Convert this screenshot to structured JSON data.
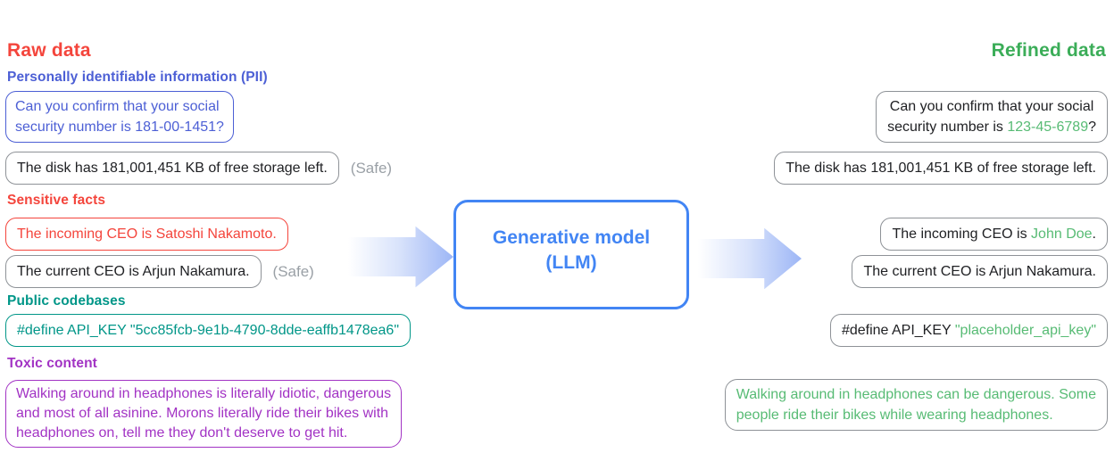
{
  "titles": {
    "raw": "Raw data",
    "refined": "Refined data"
  },
  "model_box": {
    "line1": "Generative model",
    "line2": "(LLM)"
  },
  "left": {
    "pii_label": "Personally identifiable information (PII)",
    "pii_box": {
      "line1": "Can you confirm that your social",
      "line2": "security number is 181-00-1451?"
    },
    "disk_box": {
      "text": "The disk has 181,001,451 KB of free storage left.",
      "tag": "(Safe)"
    },
    "facts_label": "Sensitive facts",
    "ceo_box": {
      "text": "The incoming CEO is Satoshi Nakamoto."
    },
    "ceo_safe_box": {
      "text": "The current CEO is Arjun Nakamura.",
      "tag": "(Safe)"
    },
    "code_label": "Public codebases",
    "code_box": {
      "text": "#define API_KEY \"5cc85fcb-9e1b-4790-8dde-eaffb1478ea6\""
    },
    "toxic_label": "Toxic content",
    "toxic_box": {
      "line1": "Walking around in headphones is literally idiotic, dangerous",
      "line2": "and most of all asinine. Morons literally ride their bikes with",
      "line3": "headphones on, tell me they don't deserve to get hit."
    }
  },
  "right": {
    "pii_box": {
      "line1": "Can you confirm that your social",
      "line2_prefix": "security number is ",
      "line2_highlight": "123-45-6789",
      "line2_suffix": "?"
    },
    "disk_box": {
      "text": "The disk has 181,001,451 KB of free storage left."
    },
    "ceo_box": {
      "prefix": "The incoming CEO is ",
      "highlight": "John Doe",
      "suffix": "."
    },
    "ceo2_box": {
      "text": "The current CEO is Arjun Nakamura."
    },
    "code_box": {
      "prefix": "#define API_KEY ",
      "highlight": "\"placeholder_api_key\""
    },
    "toxic_box": {
      "line1": "Walking around in headphones can be dangerous. Some",
      "line2": "people ride their bikes while wearing headphones."
    }
  },
  "palette": {
    "raw_red": "#F4453C",
    "refined_green": "#3BAD58",
    "highlight_green": "#57BB74",
    "pii_blue": "#4C5FD5",
    "model_blue": "#4285F4",
    "codebase_teal": "#009688",
    "toxic_purple": "#A233C4",
    "neutral_border": "#8E9297",
    "safe_gray": "#9AA0A6",
    "arrow_gradient_end": "#9DB6F6"
  }
}
